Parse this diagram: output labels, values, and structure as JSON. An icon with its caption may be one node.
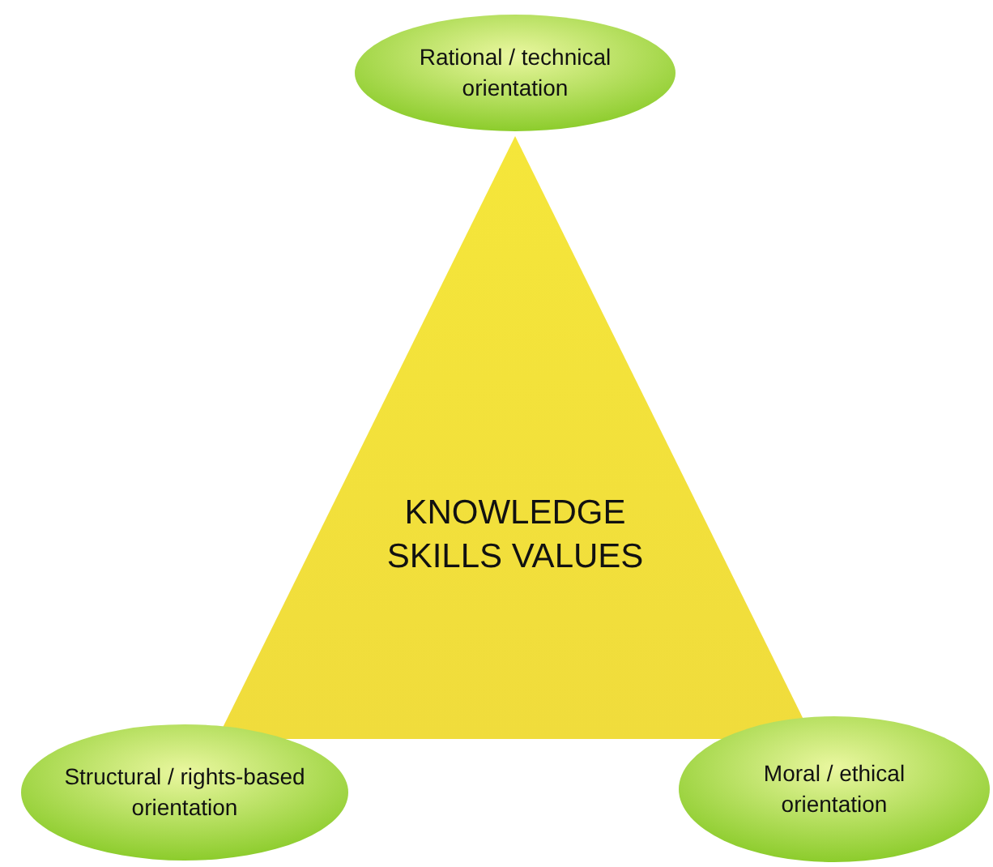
{
  "diagram": {
    "nodes": [
      {
        "text": [
          "Rational / technical orientation"
        ]
      },
      {
        "text": [
          "KNOWLEDGE SKILLS VALUES"
        ]
      },
      {
        "text": [
          "Structural / rights-based orientation"
        ]
      },
      {
        "text": [
          "Moral / ethical orientation"
        ]
      }
    ]
  }
}
